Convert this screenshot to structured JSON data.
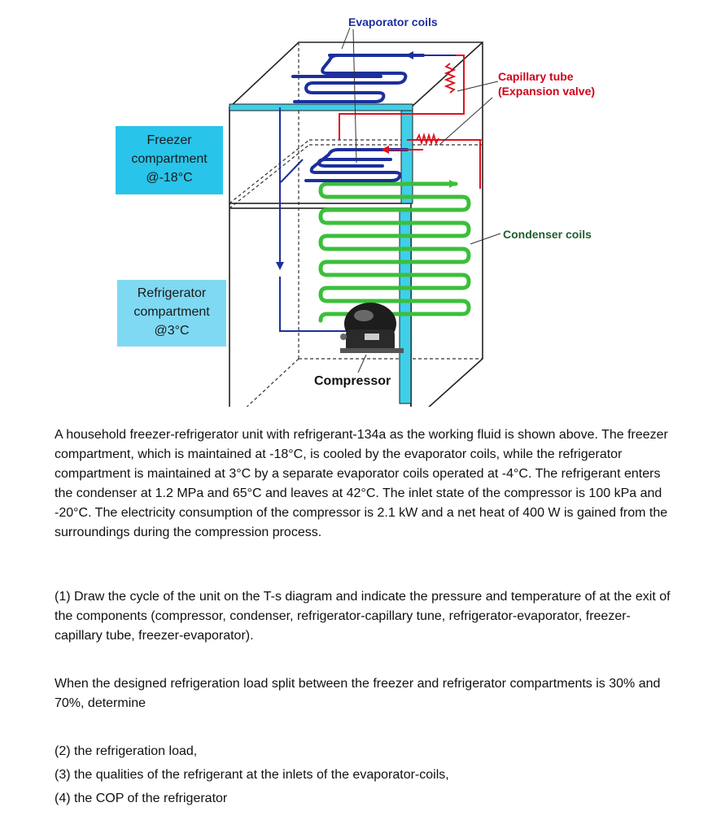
{
  "diagram": {
    "labels": {
      "evaporator_coils": "Evaporator coils",
      "capillary_tube_line1": "Capillary tube",
      "capillary_tube_line2": "(Expansion valve)",
      "condenser_coils": "Condenser coils",
      "compressor": "Compressor",
      "freezer_line1": "Freezer",
      "freezer_line2": "compartment",
      "freezer_line3": "@-18°C",
      "fridge_line1": "Refrigerator",
      "fridge_line2": "compartment",
      "fridge_line3": "@3°C"
    },
    "colors": {
      "evaporator": "#1c2f9c",
      "capillary": "#e0101c",
      "condenser": "#3bbf3b",
      "compartment_label": "#29c4ea",
      "door_panel": "#40cfe8"
    }
  },
  "problem": {
    "intro": "A household freezer-refrigerator unit with refrigerant-134a as the working fluid is shown above. The freezer compartment, which is maintained at -18°C, is cooled by the evaporator coils, while the refrigerator compartment is maintained at 3°C by a separate evaporator coils operated at -4°C. The refrigerant enters the condenser at 1.2 MPa and 65°C and leaves at 42°C. The inlet state of the compressor is 100 kPa and -20°C. The electricity consumption of the compressor is 2.1 kW and a net heat of 400 W is gained from the surroundings during the compression process.",
    "q1": "(1) Draw the cycle of the unit on the T-s diagram and indicate the pressure and temperature of at the exit of the components (compressor, condenser, refrigerator-capillary tune, refrigerator-evaporator, freezer-capillary tube, freezer-evaporator).",
    "split": "When the designed refrigeration load split between the freezer and refrigerator compartments is 30% and 70%, determine",
    "q2": "(2) the refrigeration load,",
    "q3": "(3) the qualities of the refrigerant at the inlets of the evaporator-coils,",
    "q4": "(4) the COP of the refrigerator"
  }
}
